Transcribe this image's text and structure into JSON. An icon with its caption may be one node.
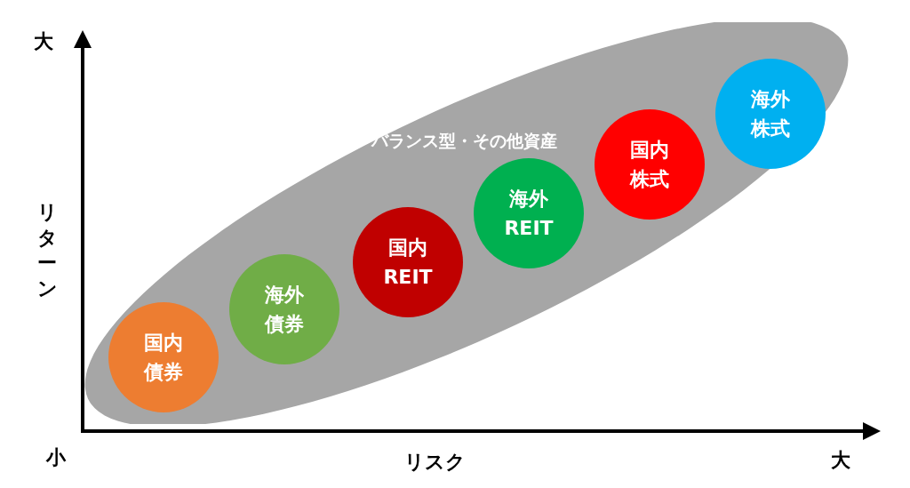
{
  "diagram": {
    "nodes": [
      {
        "text": [
          "バランス型・その他資産"
        ]
      },
      {
        "text": [
          "国内債券"
        ],
        "in": 0
      },
      {
        "text": [
          "海外債券"
        ],
        "in": 0
      },
      {
        "text": [
          "国内REIT"
        ],
        "in": 0
      },
      {
        "text": [
          "海外REIT"
        ],
        "in": 0
      },
      {
        "text": [
          "国内株式"
        ],
        "in": 0
      },
      {
        "text": [
          "海外株式"
        ],
        "in": 0
      }
    ],
    "edges": [],
    "labels": [
      "大",
      "リターン",
      "小",
      "リスク",
      "大"
    ]
  }
}
